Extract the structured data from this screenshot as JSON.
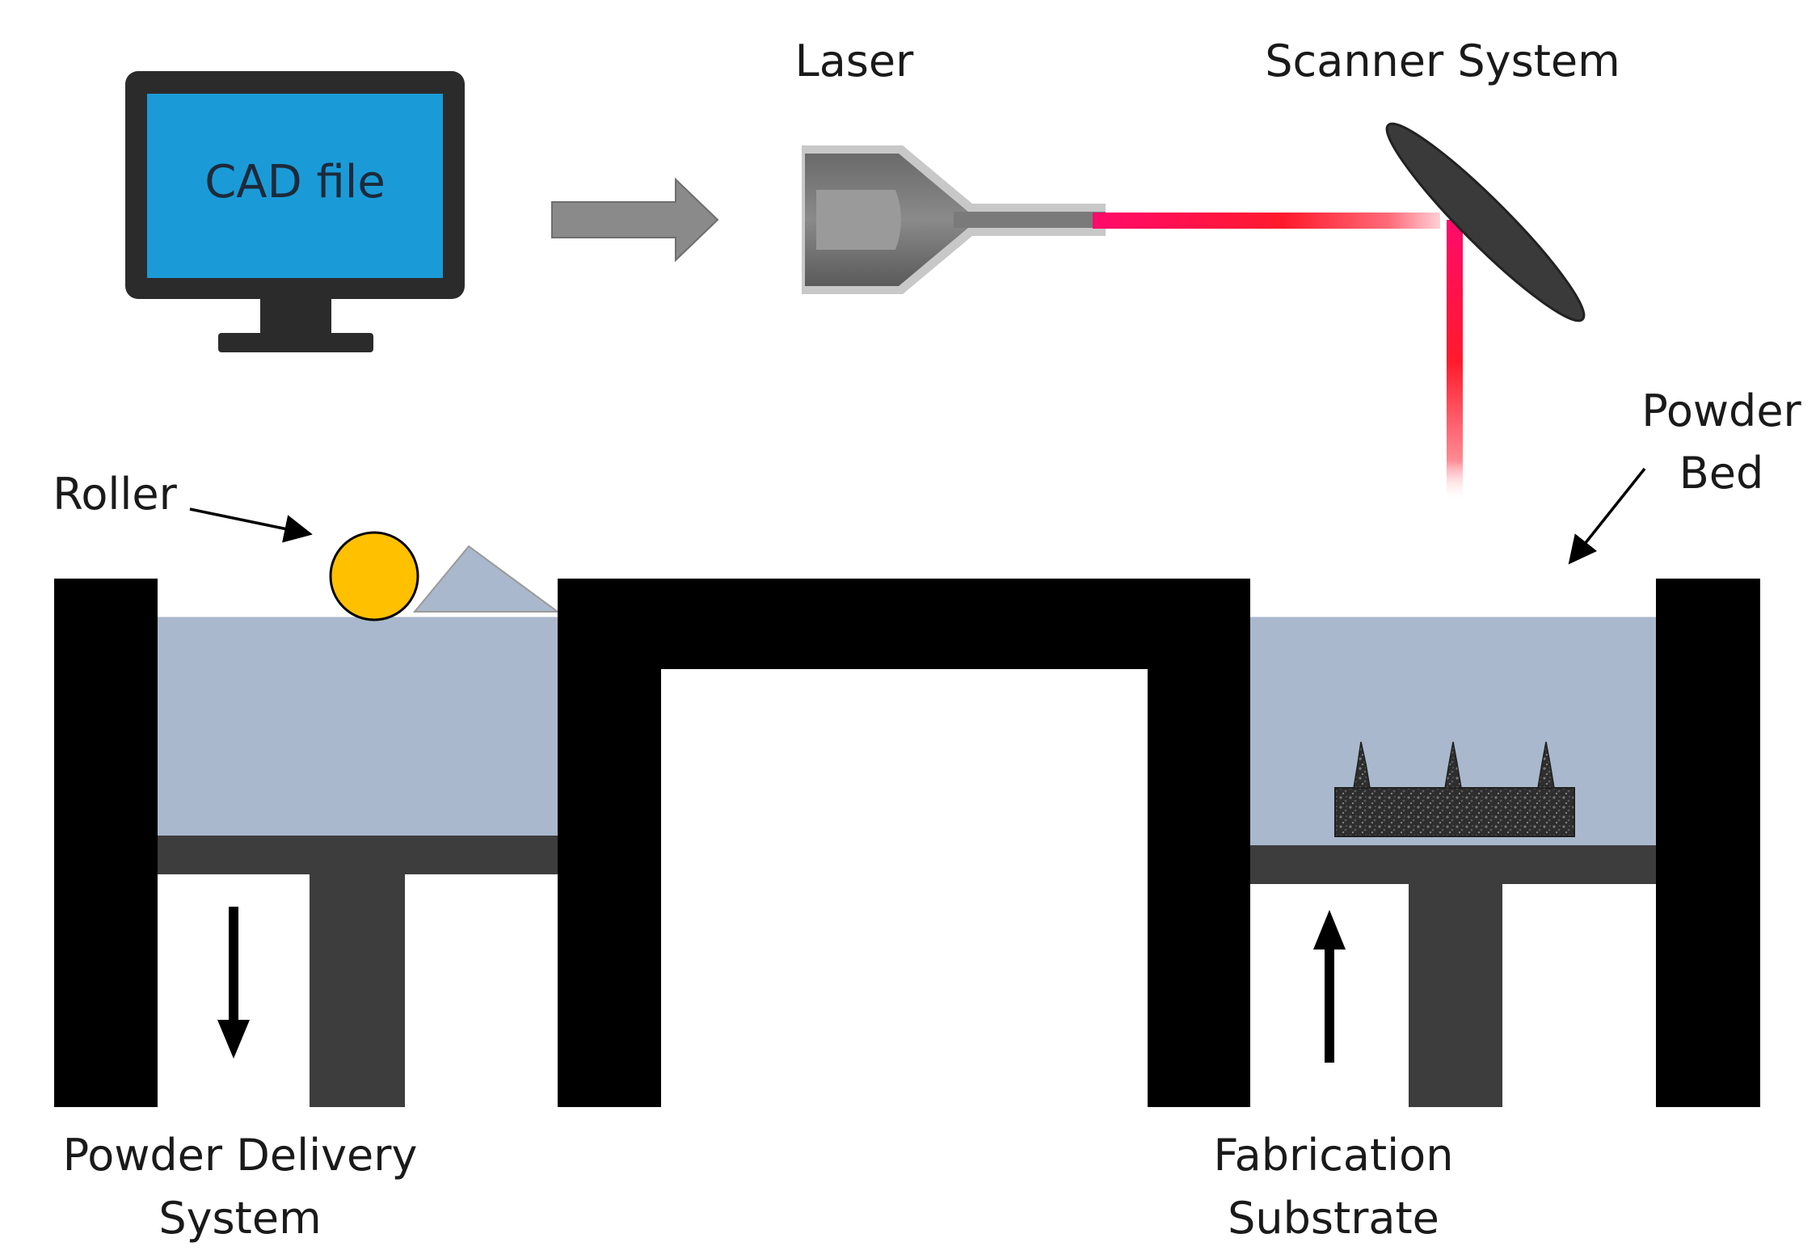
{
  "labels": {
    "cad_file": "CAD file",
    "laser": "Laser",
    "scanner_system": "Scanner System",
    "roller": "Roller",
    "powder_bed_line1": "Powder",
    "powder_bed_line2": "Bed",
    "powder_delivery_line1": "Powder Delivery",
    "powder_delivery_line2": "System",
    "fabrication_line1": "Fabrication",
    "fabrication_line2": "Substrate"
  },
  "colors": {
    "monitor_screen": "#1a9bd7",
    "monitor_frame": "#2b2b2b",
    "laser_beam": "#ff1744",
    "powder": "#a9b8cc",
    "frame": "#000000",
    "piston": "#3d3d3d",
    "roller": "#ffc000",
    "mirror": "#3a3a3a"
  }
}
